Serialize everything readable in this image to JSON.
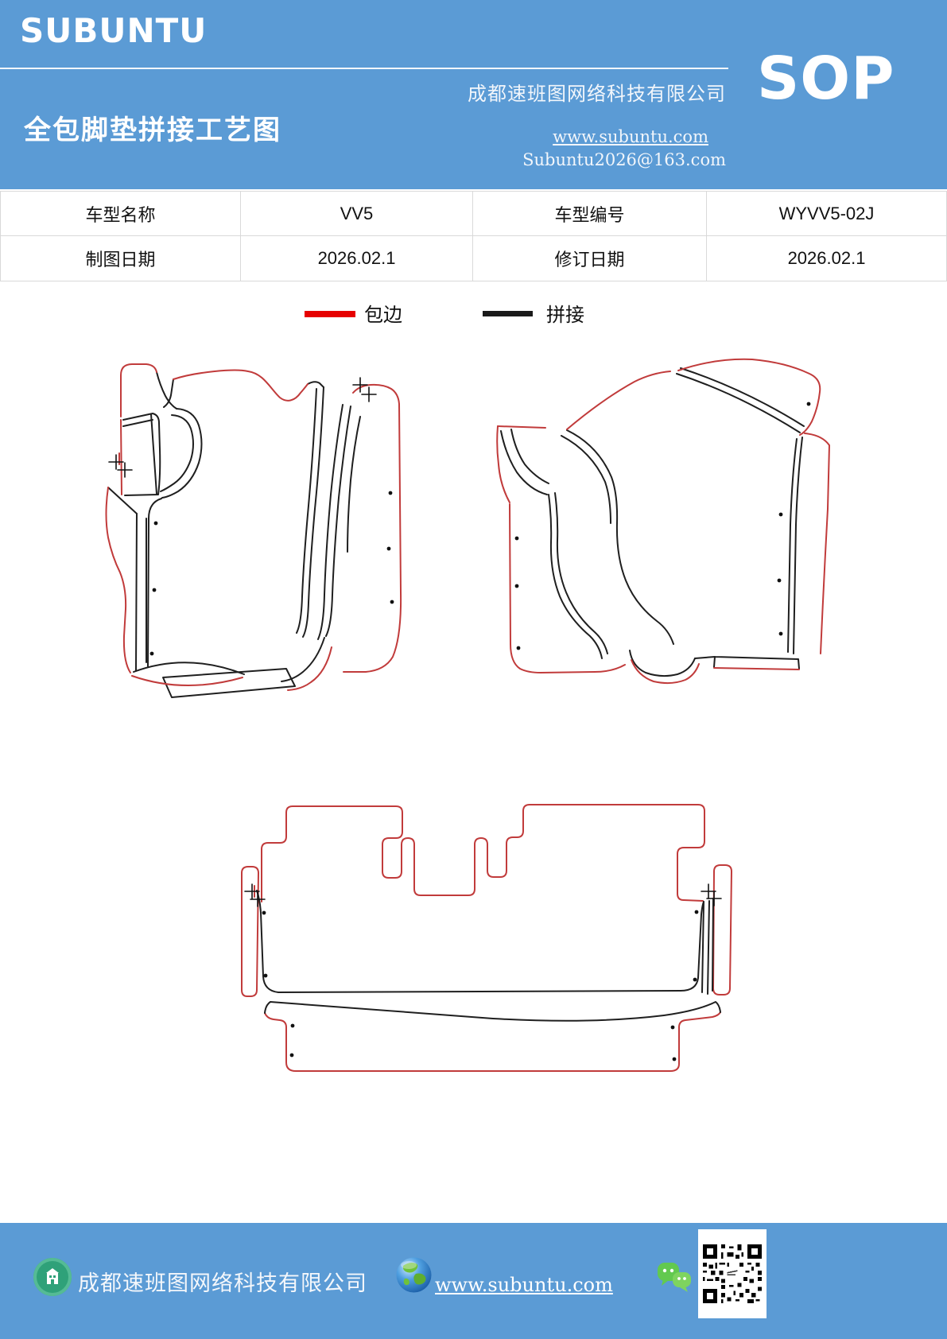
{
  "header": {
    "logo": "SUBUNTU",
    "company": "成都速班图网络科技有限公司",
    "title": "全包脚垫拼接工艺图",
    "website": "www.subuntu.com",
    "email": "Subuntu2026@163.com",
    "doc_type": "SOP"
  },
  "info_table": {
    "rows": [
      {
        "cells": [
          "车型名称",
          "VV5",
          "车型编号",
          "WYVV5-02J"
        ]
      },
      {
        "cells": [
          "制图日期",
          "2026.02.1",
          "修订日期",
          "2026.02.1"
        ]
      }
    ]
  },
  "legend": {
    "items": [
      {
        "label": "包边",
        "color": "#e60000"
      },
      {
        "label": "拼接",
        "color": "#1a1a1a"
      }
    ]
  },
  "diagram": {
    "binding_color": "#c13b3b",
    "stitch_color": "#1f1f1f",
    "pieces": [
      "front-left-mat",
      "front-right-mat",
      "rear-mat"
    ]
  },
  "footer": {
    "company": "成都速班图网络科技有限公司",
    "website": "www.subuntu.com"
  }
}
